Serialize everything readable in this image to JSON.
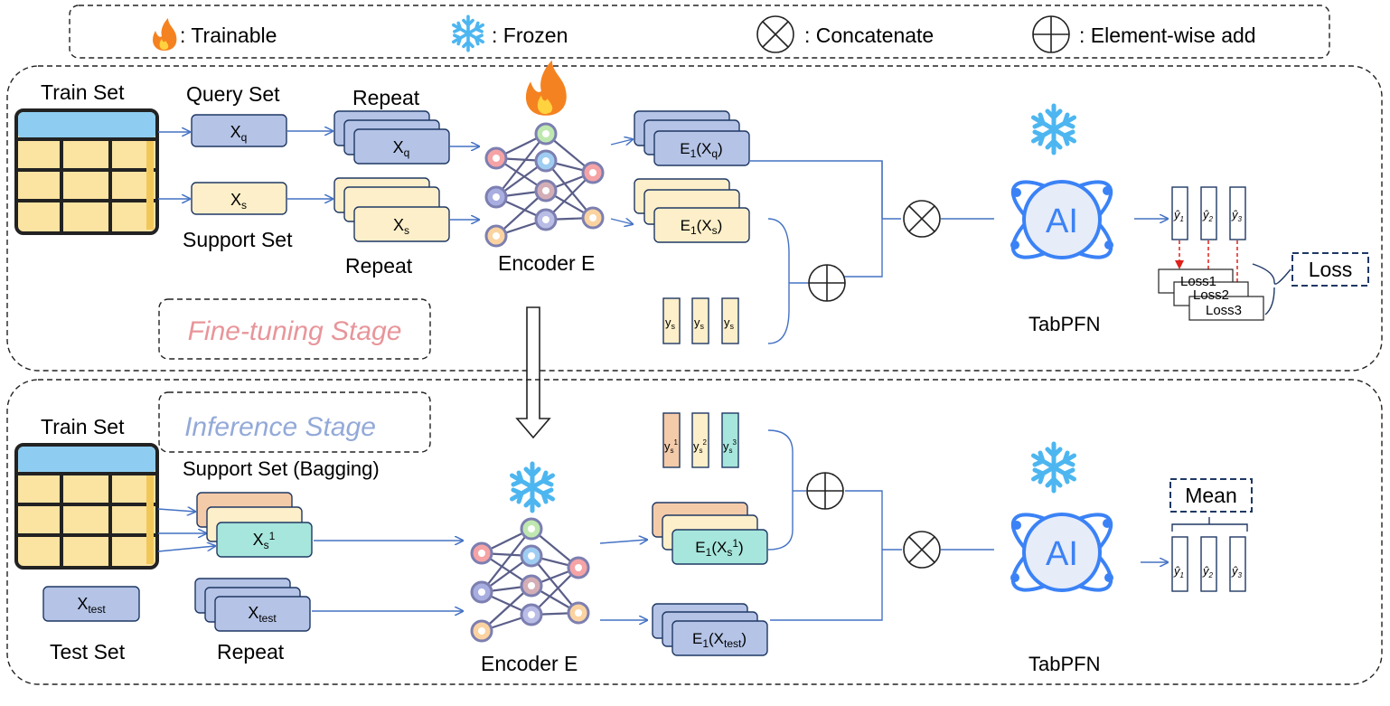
{
  "legend": {
    "trainable": ": Trainable",
    "frozen": ": Frozen",
    "concatenate": ": Concatenate",
    "element_add": ": Element-wise add"
  },
  "finetune": {
    "stage_label": "Fine-tuning Stage",
    "train_set": "Train Set",
    "query_set": "Query Set",
    "support_set": "Support Set",
    "repeat_top": "Repeat",
    "repeat_bottom": "Repeat",
    "encoder": "Encoder E",
    "model": "TabPFN",
    "loss": "Loss",
    "loss_items": [
      "Loss1",
      "Loss2",
      "Loss3"
    ],
    "xq": {
      "base": "X",
      "sub": "q"
    },
    "xs": {
      "base": "X",
      "sub": "s"
    },
    "e1xq": {
      "pre": "E",
      "pre_sub": "1",
      "mid": "(X",
      "sub": "q",
      "post": ")"
    },
    "e1xs": {
      "pre": "E",
      "pre_sub": "1",
      "mid": "(X",
      "sub": "s",
      "post": ")"
    },
    "ys": {
      "base": "y",
      "sub": "s"
    },
    "yhat": [
      "1",
      "2",
      "3"
    ]
  },
  "inference": {
    "stage_label": "Inference Stage",
    "train_set": "Train Set",
    "support_set": "Support Set (Bagging)",
    "test_set": "Test Set",
    "repeat": "Repeat",
    "encoder": "Encoder E",
    "model": "TabPFN",
    "mean": "Mean",
    "xtest": {
      "base": "X",
      "sub": "test"
    },
    "xs1": {
      "base": "X",
      "sub": "s",
      "sup": "1"
    },
    "e1xs1": {
      "pre": "E",
      "pre_sub": "1",
      "mid": "(X",
      "sub": "s",
      "sup": "1",
      "post": ")"
    },
    "e1xtest": {
      "pre": "E",
      "pre_sub": "1",
      "mid": "(X",
      "sub": "test",
      "post": ")"
    },
    "ys_bag": [
      {
        "base": "y",
        "sub": "s",
        "sup": "1"
      },
      {
        "base": "y",
        "sub": "s",
        "sup": "2"
      },
      {
        "base": "y",
        "sub": "s",
        "sup": "3"
      }
    ],
    "yhat": [
      "1",
      "2",
      "3"
    ]
  },
  "colors": {
    "query_blue": "#b4c3e6",
    "support_yellow": "#fdefc9",
    "bag_orange": "#f4cba9",
    "bag_teal": "#a7e6dc",
    "arrow_blue": "#4472c4",
    "ai_blue": "#3b82f6",
    "fine_label": "#e8959a",
    "infer_label": "#93a9d8",
    "table_top": "#8ecdf1",
    "table_cell": "#fbe3a1",
    "red_dash": "#e0201a"
  },
  "icons": [
    "fire-icon",
    "snowflake-icon",
    "concatenate-icon",
    "element-add-icon",
    "encoder-network-icon",
    "ai-atom-icon",
    "table-icon"
  ]
}
